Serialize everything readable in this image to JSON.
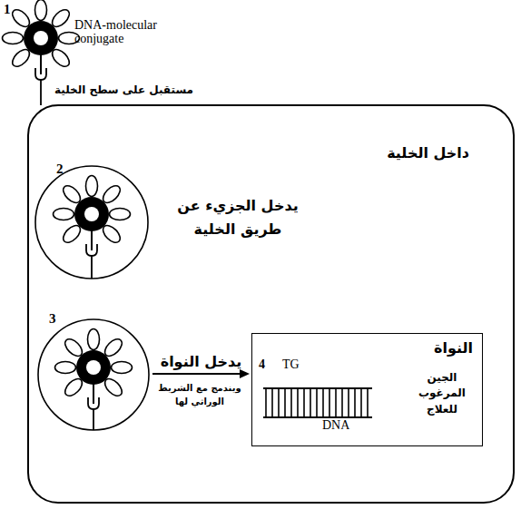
{
  "diagram": {
    "nodes": [
      {
        "text": [
          "داخل الخلية"
        ]
      },
      {
        "text": [
          "3"
        ],
        "in": 0
      },
      {
        "text": [
          "النواة",
          "الجين المرغوب للعلاج"
        ],
        "in": 0
      }
    ],
    "edges": [
      {
        "from": 1,
        "to": 2,
        "arrow": "to",
        "label": "يدخل النواة"
      }
    ],
    "labels": [
      "1",
      "DNA-molecular conjugate",
      "مستقبل على سطح الخلية",
      "2",
      "يدخل الجزيء عن طريق الخلية",
      "ويندمج مع الشريط الوراثي لها",
      "4",
      "TG",
      "DNA"
    ]
  }
}
